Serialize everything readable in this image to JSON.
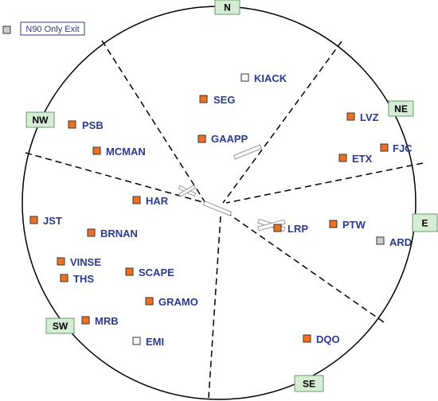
{
  "legend": {
    "label": "N90 Only Exit",
    "swatch_color": "#cccccc"
  },
  "colors": {
    "fix_active": "#f07020",
    "fix_exit": "#cccccc",
    "fix_empty": "#ffffff",
    "label_text": "#2b3a8f",
    "sector_box": "#d5ecd5",
    "sector_box_border": "#6a9a6a"
  },
  "sectors": [
    {
      "id": "n",
      "label": "N"
    },
    {
      "id": "ne",
      "label": "NE"
    },
    {
      "id": "e",
      "label": "E"
    },
    {
      "id": "se",
      "label": "SE"
    },
    {
      "id": "sw",
      "label": "SW"
    },
    {
      "id": "nw",
      "label": "NW"
    }
  ],
  "fixes": [
    {
      "id": "kiack",
      "label": "KIACK",
      "kind": "empty"
    },
    {
      "id": "seg",
      "label": "SEG",
      "kind": "active"
    },
    {
      "id": "gaapp",
      "label": "GAAPP",
      "kind": "active"
    },
    {
      "id": "lvz",
      "label": "LVZ",
      "kind": "active"
    },
    {
      "id": "fjc",
      "label": "FJC",
      "kind": "active"
    },
    {
      "id": "etx",
      "label": "ETX",
      "kind": "active"
    },
    {
      "id": "psb",
      "label": "PSB",
      "kind": "active"
    },
    {
      "id": "mcman",
      "label": "MCMAN",
      "kind": "active"
    },
    {
      "id": "har",
      "label": "HAR",
      "kind": "active"
    },
    {
      "id": "jst",
      "label": "JST",
      "kind": "active"
    },
    {
      "id": "brnan",
      "label": "BRNAN",
      "kind": "active"
    },
    {
      "id": "vinse",
      "label": "VINSE",
      "kind": "active"
    },
    {
      "id": "ths",
      "label": "THS",
      "kind": "active"
    },
    {
      "id": "scape",
      "label": "SCAPE",
      "kind": "active"
    },
    {
      "id": "gramo",
      "label": "GRAMO",
      "kind": "active"
    },
    {
      "id": "mrb",
      "label": "MRB",
      "kind": "active"
    },
    {
      "id": "emi",
      "label": "EMI",
      "kind": "empty"
    },
    {
      "id": "lrp",
      "label": "LRP",
      "kind": "active"
    },
    {
      "id": "ptw",
      "label": "PTW",
      "kind": "active"
    },
    {
      "id": "ard",
      "label": "ARD",
      "kind": "exit"
    },
    {
      "id": "dqo",
      "label": "DQO",
      "kind": "active"
    }
  ]
}
